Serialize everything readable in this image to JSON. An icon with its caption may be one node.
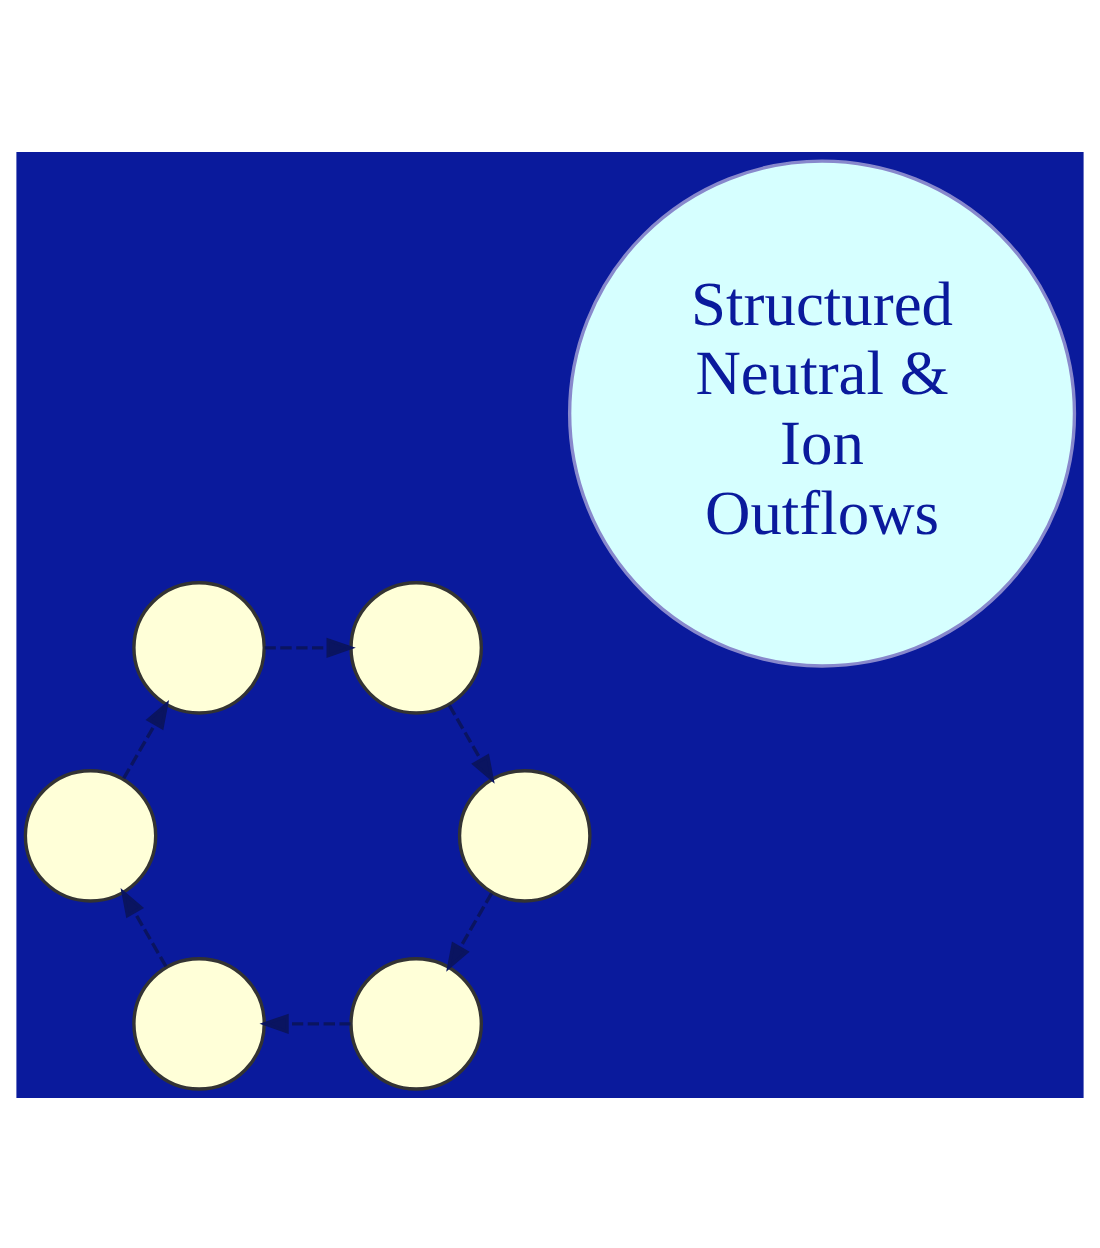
{
  "diagram": {
    "nodes": [
      {
        "text": [
          "Structured Neutral & Ion Outflows"
        ]
      },
      {
        "text": [],
        "shape": "circle"
      },
      {
        "text": [],
        "shape": "circle"
      },
      {
        "text": [],
        "shape": "circle"
      },
      {
        "text": [],
        "shape": "circle"
      },
      {
        "text": [],
        "shape": "circle"
      },
      {
        "text": [],
        "shape": "circle"
      }
    ],
    "edges": [
      {
        "from": 1,
        "to": 2,
        "arrow": "to",
        "style": "dashed"
      },
      {
        "from": 2,
        "to": 3,
        "arrow": "to",
        "style": "dashed"
      },
      {
        "from": 3,
        "to": 4,
        "arrow": "to",
        "style": "dashed"
      },
      {
        "from": 4,
        "to": 5,
        "arrow": "to",
        "style": "dashed"
      },
      {
        "from": 5,
        "to": 6,
        "arrow": "to",
        "style": "dashed"
      },
      {
        "from": 6,
        "to": 1,
        "arrow": "to",
        "style": "dashed"
      }
    ]
  }
}
